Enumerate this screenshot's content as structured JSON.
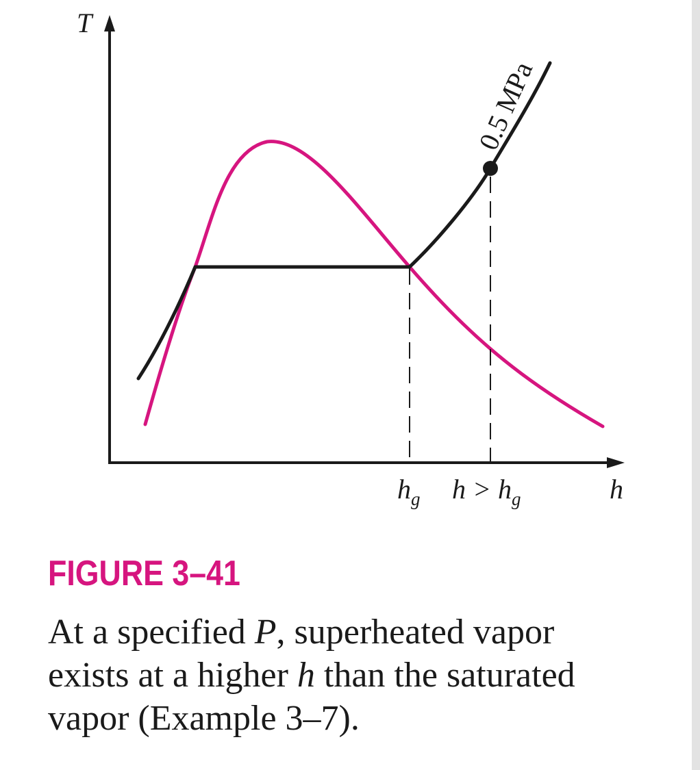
{
  "diagram": {
    "y_axis_label": "T",
    "x_axis_label": "h",
    "isobar_label": "0.5 MPa",
    "hg_label": "h",
    "hg_sub": "g",
    "h_gt_label": "h > h",
    "h_gt_sub": "g",
    "colors": {
      "dome": "#d6157f",
      "isobar": "#1a1a1a",
      "axes": "#1a1a1a"
    }
  },
  "figure": {
    "label": "FIGURE 3–41",
    "caption_line1_pre": "At a specified ",
    "caption_line1_var": "P",
    "caption_line1_post": ", superheated vapor",
    "caption_line2_pre": "exists at a higher ",
    "caption_line2_var": "h",
    "caption_line2_post": " than the saturated",
    "caption_line3": "vapor (Example 3–7)."
  }
}
